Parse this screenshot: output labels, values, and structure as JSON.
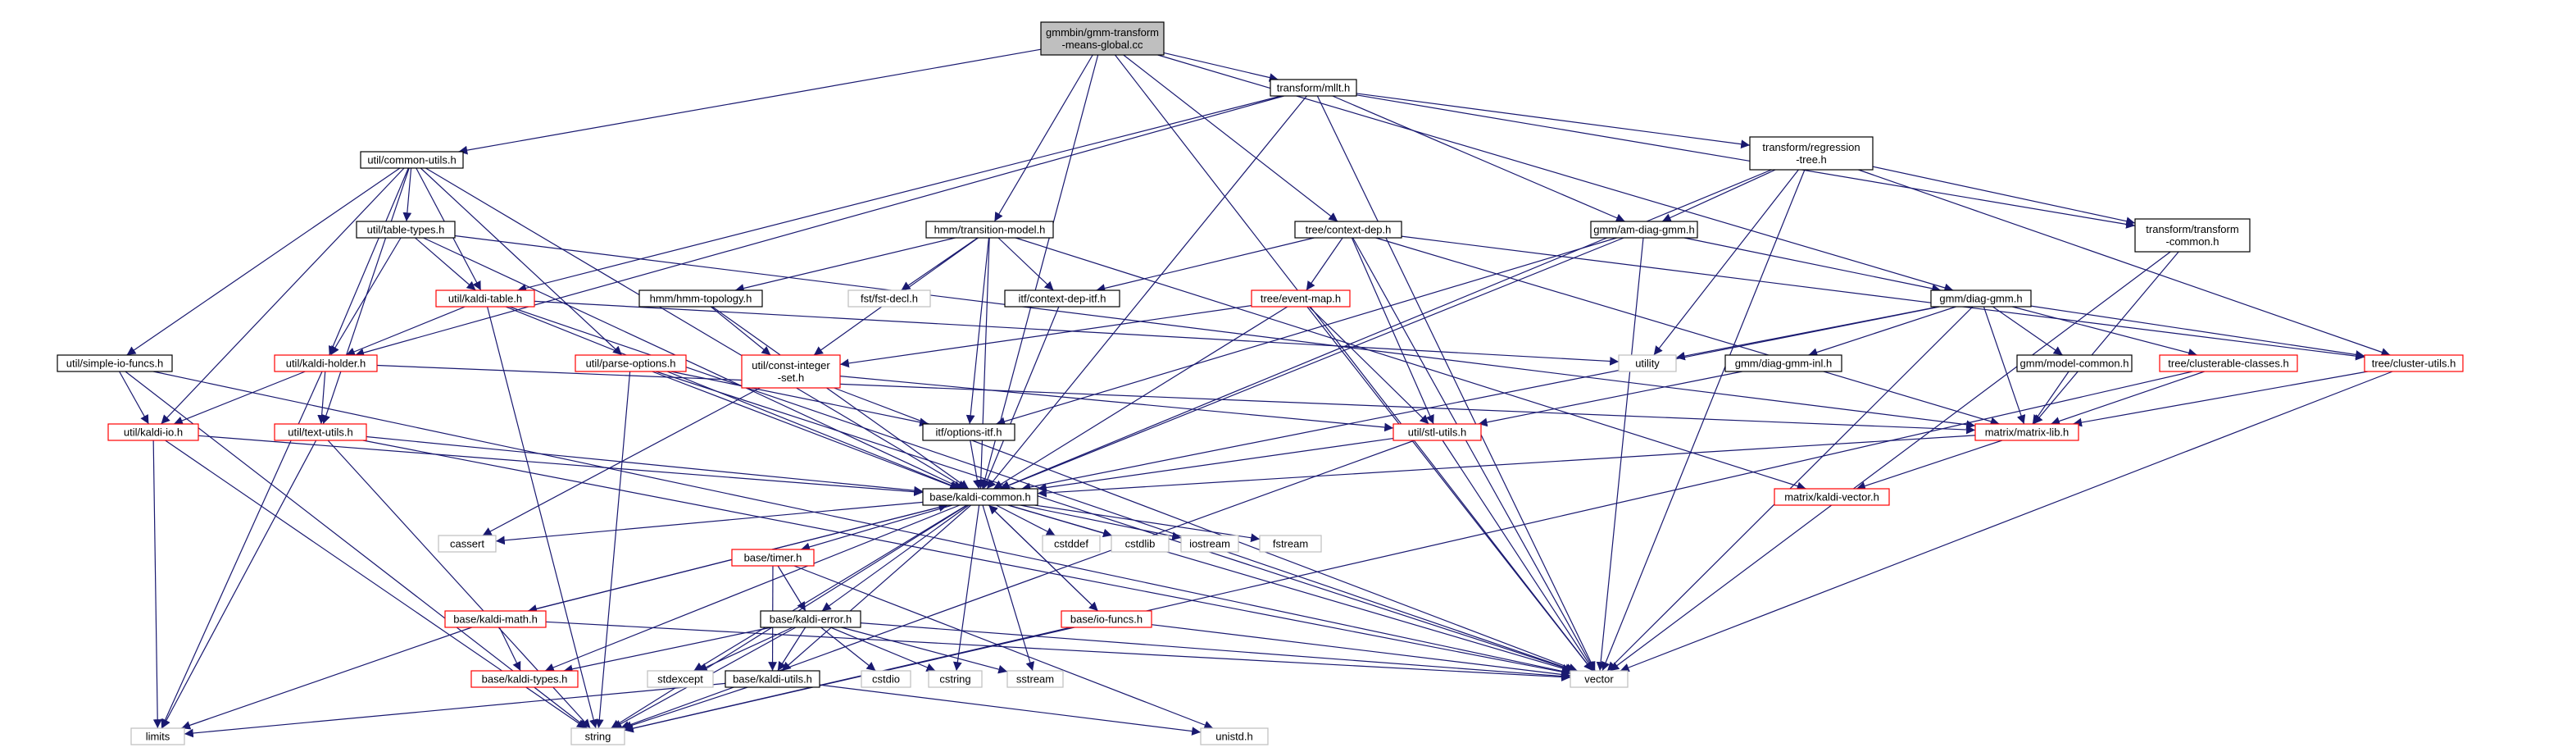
{
  "colors": {
    "edge": "#191970",
    "root_fill": "#bfbfbf",
    "black_border": "#000000",
    "red_border": "#ff0000",
    "gray_border": "#bfbfbf",
    "gray_text": "#555555"
  },
  "nodes": [
    {
      "id": "root",
      "lines": [
        "gmmbin/gmm-transform",
        "-means-global.cc"
      ],
      "style": "root"
    },
    {
      "id": "mllt",
      "lines": [
        "transform/mllt.h"
      ],
      "style": "black"
    },
    {
      "id": "common_utils",
      "lines": [
        "util/common-utils.h"
      ],
      "style": "black"
    },
    {
      "id": "regression_tree",
      "lines": [
        "transform/regression",
        "-tree.h"
      ],
      "style": "black"
    },
    {
      "id": "transition_model",
      "lines": [
        "hmm/transition-model.h"
      ],
      "style": "black"
    },
    {
      "id": "context_dep",
      "lines": [
        "tree/context-dep.h"
      ],
      "style": "black"
    },
    {
      "id": "am_diag_gmm",
      "lines": [
        "gmm/am-diag-gmm.h"
      ],
      "style": "black"
    },
    {
      "id": "transform_common",
      "lines": [
        "transform/transform",
        "-common.h"
      ],
      "style": "black"
    },
    {
      "id": "table_types",
      "lines": [
        "util/table-types.h"
      ],
      "style": "black"
    },
    {
      "id": "kaldi_table",
      "lines": [
        "util/kaldi-table.h"
      ],
      "style": "red"
    },
    {
      "id": "hmm_topology",
      "lines": [
        "hmm/hmm-topology.h"
      ],
      "style": "black"
    },
    {
      "id": "fst_decl",
      "lines": [
        "fst/fst-decl.h"
      ],
      "style": "gray"
    },
    {
      "id": "context_dep_itf",
      "lines": [
        "itf/context-dep-itf.h"
      ],
      "style": "black"
    },
    {
      "id": "event_map",
      "lines": [
        "tree/event-map.h"
      ],
      "style": "red"
    },
    {
      "id": "diag_gmm",
      "lines": [
        "gmm/diag-gmm.h"
      ],
      "style": "black"
    },
    {
      "id": "simple_io_funcs",
      "lines": [
        "util/simple-io-funcs.h"
      ],
      "style": "black"
    },
    {
      "id": "kaldi_holder",
      "lines": [
        "util/kaldi-holder.h"
      ],
      "style": "red"
    },
    {
      "id": "parse_options",
      "lines": [
        "util/parse-options.h"
      ],
      "style": "red"
    },
    {
      "id": "const_integer_set",
      "lines": [
        "util/const-integer",
        "-set.h"
      ],
      "style": "red"
    },
    {
      "id": "utility",
      "lines": [
        "utility"
      ],
      "style": "gray"
    },
    {
      "id": "diag_gmm_inl",
      "lines": [
        "gmm/diag-gmm-inl.h"
      ],
      "style": "black"
    },
    {
      "id": "model_common",
      "lines": [
        "gmm/model-common.h"
      ],
      "style": "black"
    },
    {
      "id": "clusterable_classes",
      "lines": [
        "tree/clusterable-classes.h"
      ],
      "style": "red"
    },
    {
      "id": "cluster_utils",
      "lines": [
        "tree/cluster-utils.h"
      ],
      "style": "red"
    },
    {
      "id": "kaldi_io",
      "lines": [
        "util/kaldi-io.h"
      ],
      "style": "red"
    },
    {
      "id": "text_utils",
      "lines": [
        "util/text-utils.h"
      ],
      "style": "red"
    },
    {
      "id": "options_itf",
      "lines": [
        "itf/options-itf.h"
      ],
      "style": "black"
    },
    {
      "id": "stl_utils",
      "lines": [
        "util/stl-utils.h"
      ],
      "style": "red"
    },
    {
      "id": "matrix_lib",
      "lines": [
        "matrix/matrix-lib.h"
      ],
      "style": "red"
    },
    {
      "id": "kaldi_common",
      "lines": [
        "base/kaldi-common.h"
      ],
      "style": "black"
    },
    {
      "id": "kaldi_vector",
      "lines": [
        "matrix/kaldi-vector.h"
      ],
      "style": "red"
    },
    {
      "id": "cassert",
      "lines": [
        "cassert"
      ],
      "style": "gray"
    },
    {
      "id": "timer",
      "lines": [
        "base/timer.h"
      ],
      "style": "red"
    },
    {
      "id": "cstddef",
      "lines": [
        "cstddef"
      ],
      "style": "gray"
    },
    {
      "id": "cstdlib",
      "lines": [
        "cstdlib"
      ],
      "style": "gray"
    },
    {
      "id": "iostream",
      "lines": [
        "iostream"
      ],
      "style": "gray"
    },
    {
      "id": "fstream",
      "lines": [
        "fstream"
      ],
      "style": "gray"
    },
    {
      "id": "kaldi_math",
      "lines": [
        "base/kaldi-math.h"
      ],
      "style": "red"
    },
    {
      "id": "kaldi_error",
      "lines": [
        "base/kaldi-error.h"
      ],
      "style": "black"
    },
    {
      "id": "io_funcs",
      "lines": [
        "base/io-funcs.h"
      ],
      "style": "red"
    },
    {
      "id": "kaldi_types",
      "lines": [
        "base/kaldi-types.h"
      ],
      "style": "red"
    },
    {
      "id": "stdexcept",
      "lines": [
        "stdexcept"
      ],
      "style": "gray"
    },
    {
      "id": "kaldi_utils",
      "lines": [
        "base/kaldi-utils.h"
      ],
      "style": "black"
    },
    {
      "id": "cstdio",
      "lines": [
        "cstdio"
      ],
      "style": "gray"
    },
    {
      "id": "cstring",
      "lines": [
        "cstring"
      ],
      "style": "gray"
    },
    {
      "id": "sstream",
      "lines": [
        "sstream"
      ],
      "style": "gray"
    },
    {
      "id": "vector",
      "lines": [
        "vector"
      ],
      "style": "gray"
    },
    {
      "id": "limits",
      "lines": [
        "limits"
      ],
      "style": "gray"
    },
    {
      "id": "string",
      "lines": [
        "string"
      ],
      "style": "gray"
    },
    {
      "id": "unistd",
      "lines": [
        "unistd.h"
      ],
      "style": "gray"
    }
  ],
  "edges": [
    [
      "root",
      "mllt"
    ],
    [
      "root",
      "common_utils"
    ],
    [
      "root",
      "transition_model"
    ],
    [
      "root",
      "context_dep"
    ],
    [
      "root",
      "kaldi_common"
    ],
    [
      "root",
      "diag_gmm"
    ],
    [
      "root",
      "vector"
    ],
    [
      "mllt",
      "regression_tree"
    ],
    [
      "mllt",
      "am_diag_gmm"
    ],
    [
      "mllt",
      "transform_common"
    ],
    [
      "mllt",
      "kaldi_common"
    ],
    [
      "mllt",
      "kaldi_holder"
    ],
    [
      "mllt",
      "kaldi_table"
    ],
    [
      "mllt",
      "vector"
    ],
    [
      "common_utils",
      "table_types"
    ],
    [
      "common_utils",
      "kaldi_table"
    ],
    [
      "common_utils",
      "kaldi_holder"
    ],
    [
      "common_utils",
      "simple_io_funcs"
    ],
    [
      "common_utils",
      "parse_options"
    ],
    [
      "common_utils",
      "kaldi_io"
    ],
    [
      "common_utils",
      "text_utils"
    ],
    [
      "common_utils",
      "kaldi_common"
    ],
    [
      "regression_tree",
      "am_diag_gmm"
    ],
    [
      "regression_tree",
      "transform_common"
    ],
    [
      "regression_tree",
      "cluster_utils"
    ],
    [
      "regression_tree",
      "utility"
    ],
    [
      "regression_tree",
      "kaldi_common"
    ],
    [
      "regression_tree",
      "vector"
    ],
    [
      "transform_common",
      "matrix_lib"
    ],
    [
      "transform_common",
      "vector"
    ],
    [
      "am_diag_gmm",
      "diag_gmm"
    ],
    [
      "am_diag_gmm",
      "kaldi_common"
    ],
    [
      "am_diag_gmm",
      "options_itf"
    ],
    [
      "am_diag_gmm",
      "vector"
    ],
    [
      "transition_model",
      "hmm_topology"
    ],
    [
      "transition_model",
      "fst_decl"
    ],
    [
      "transition_model",
      "context_dep_itf"
    ],
    [
      "transition_model",
      "const_integer_set"
    ],
    [
      "transition_model",
      "options_itf"
    ],
    [
      "transition_model",
      "kaldi_common"
    ],
    [
      "transition_model",
      "kaldi_vector"
    ],
    [
      "context_dep",
      "event_map"
    ],
    [
      "context_dep",
      "context_dep_itf"
    ],
    [
      "context_dep",
      "stl_utils"
    ],
    [
      "context_dep",
      "vector"
    ],
    [
      "context_dep",
      "cluster_utils"
    ],
    [
      "context_dep",
      "matrix_lib"
    ],
    [
      "table_types",
      "kaldi_table"
    ],
    [
      "table_types",
      "kaldi_holder"
    ],
    [
      "table_types",
      "kaldi_common"
    ],
    [
      "table_types",
      "matrix_lib"
    ],
    [
      "kaldi_table",
      "kaldi_holder"
    ],
    [
      "kaldi_table",
      "kaldi_common"
    ],
    [
      "kaldi_table",
      "string"
    ],
    [
      "kaldi_table",
      "vector"
    ],
    [
      "kaldi_table",
      "utility"
    ],
    [
      "hmm_topology",
      "const_integer_set"
    ],
    [
      "hmm_topology",
      "kaldi_common"
    ],
    [
      "context_dep_itf",
      "kaldi_common"
    ],
    [
      "event_map",
      "const_integer_set"
    ],
    [
      "event_map",
      "stl_utils"
    ],
    [
      "event_map",
      "kaldi_common"
    ],
    [
      "event_map",
      "vector"
    ],
    [
      "diag_gmm",
      "utility"
    ],
    [
      "diag_gmm",
      "diag_gmm_inl"
    ],
    [
      "diag_gmm",
      "model_common"
    ],
    [
      "diag_gmm",
      "clusterable_classes"
    ],
    [
      "diag_gmm",
      "cluster_utils"
    ],
    [
      "diag_gmm",
      "matrix_lib"
    ],
    [
      "diag_gmm",
      "kaldi_common"
    ],
    [
      "diag_gmm",
      "vector"
    ],
    [
      "simple_io_funcs",
      "kaldi_io"
    ],
    [
      "simple_io_funcs",
      "string"
    ],
    [
      "simple_io_funcs",
      "vector"
    ],
    [
      "kaldi_holder",
      "kaldi_io"
    ],
    [
      "kaldi_holder",
      "text_utils"
    ],
    [
      "kaldi_holder",
      "limits"
    ],
    [
      "kaldi_holder",
      "matrix_lib"
    ],
    [
      "parse_options",
      "options_itf"
    ],
    [
      "parse_options",
      "kaldi_common"
    ],
    [
      "parse_options",
      "string"
    ],
    [
      "parse_options",
      "vector"
    ],
    [
      "const_integer_set",
      "stl_utils"
    ],
    [
      "const_integer_set",
      "cassert"
    ],
    [
      "const_integer_set",
      "vector"
    ],
    [
      "diag_gmm_inl",
      "stl_utils"
    ],
    [
      "model_common",
      "matrix_lib"
    ],
    [
      "clusterable_classes",
      "matrix_lib"
    ],
    [
      "clusterable_classes",
      "string"
    ],
    [
      "cluster_utils",
      "matrix_lib"
    ],
    [
      "cluster_utils",
      "vector"
    ],
    [
      "kaldi_io",
      "kaldi_common"
    ],
    [
      "kaldi_io",
      "limits"
    ],
    [
      "kaldi_io",
      "string"
    ],
    [
      "text_utils",
      "kaldi_common"
    ],
    [
      "text_utils",
      "limits"
    ],
    [
      "text_utils",
      "string"
    ],
    [
      "text_utils",
      "vector"
    ],
    [
      "options_itf",
      "kaldi_common"
    ],
    [
      "stl_utils",
      "kaldi_common"
    ],
    [
      "stl_utils",
      "string"
    ],
    [
      "stl_utils",
      "vector"
    ],
    [
      "matrix_lib",
      "kaldi_common"
    ],
    [
      "matrix_lib",
      "kaldi_vector"
    ],
    [
      "kaldi_common",
      "cassert"
    ],
    [
      "kaldi_common",
      "timer"
    ],
    [
      "kaldi_common",
      "cstddef"
    ],
    [
      "kaldi_common",
      "cstdlib"
    ],
    [
      "kaldi_common",
      "iostream"
    ],
    [
      "kaldi_common",
      "fstream"
    ],
    [
      "kaldi_common",
      "kaldi_math"
    ],
    [
      "kaldi_common",
      "kaldi_error"
    ],
    [
      "kaldi_common",
      "io_funcs"
    ],
    [
      "kaldi_common",
      "kaldi_types"
    ],
    [
      "kaldi_common",
      "stdexcept"
    ],
    [
      "kaldi_common",
      "kaldi_utils"
    ],
    [
      "kaldi_common",
      "cstring"
    ],
    [
      "kaldi_common",
      "sstream"
    ],
    [
      "kaldi_common",
      "vector"
    ],
    [
      "kaldi_common",
      "string"
    ],
    [
      "timer",
      "kaldi_error"
    ],
    [
      "timer",
      "kaldi_utils"
    ],
    [
      "timer",
      "unistd"
    ],
    [
      "kaldi_math",
      "kaldi_common"
    ],
    [
      "kaldi_math",
      "kaldi_types"
    ],
    [
      "kaldi_math",
      "limits"
    ],
    [
      "kaldi_math",
      "vector"
    ],
    [
      "kaldi_error",
      "kaldi_types"
    ],
    [
      "kaldi_error",
      "kaldi_utils"
    ],
    [
      "kaldi_error",
      "stdexcept"
    ],
    [
      "kaldi_error",
      "cstdio"
    ],
    [
      "kaldi_error",
      "cstring"
    ],
    [
      "kaldi_error",
      "sstream"
    ],
    [
      "kaldi_error",
      "string"
    ],
    [
      "kaldi_error",
      "vector"
    ],
    [
      "io_funcs",
      "kaldi_common"
    ],
    [
      "io_funcs",
      "string"
    ],
    [
      "io_funcs",
      "vector"
    ],
    [
      "kaldi_utils",
      "limits"
    ],
    [
      "kaldi_utils",
      "string"
    ],
    [
      "kaldi_utils",
      "unistd"
    ]
  ]
}
